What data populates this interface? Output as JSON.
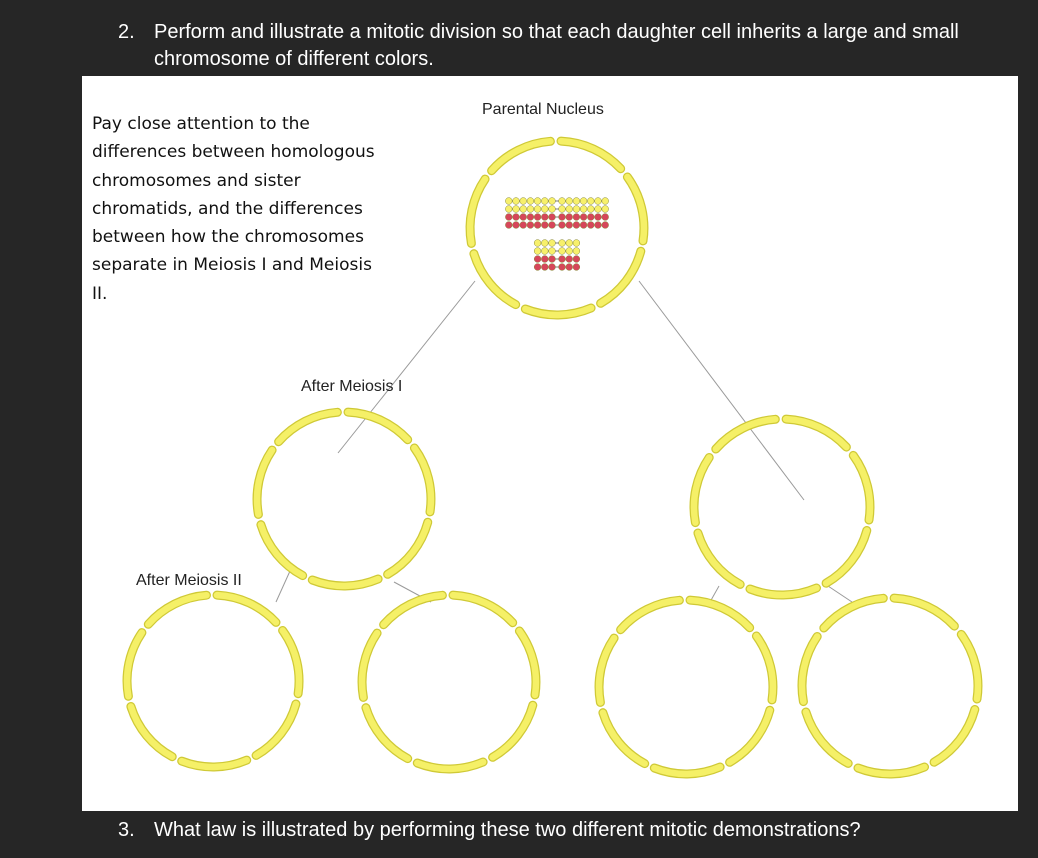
{
  "questions": {
    "q2": {
      "number": "2.",
      "text": "Perform and illustrate a mitotic division so that each daughter cell inherits a large and small chromosome of different colors."
    },
    "q3": {
      "number": "3.",
      "text": "What law is illustrated by performing these two different mitotic demonstrations?"
    }
  },
  "figure": {
    "note": "Pay close attention to the differences between homologous chromosomes and sister chromatids, and the differences between how the chromosomes separate in Meiosis I and Meiosis II.",
    "labels": {
      "parental": "Parental Nucleus",
      "after_meiosis_1": "After Meiosis I",
      "after_meiosis_2": "After Meiosis II"
    },
    "colors": {
      "membrane": "#f5f067",
      "membrane_edge": "#cfc936",
      "bead_yellow": "#f7f06b",
      "bead_red": "#d6465a",
      "connector": "#9a9a9a"
    },
    "parental_chromosomes": {
      "large_yellow_rows": 2,
      "large_red_rows": 2,
      "small_yellow_rows": 2,
      "small_red_rows": 2,
      "large_beads_per_arm": 7,
      "small_beads_per_arm": 3
    }
  }
}
